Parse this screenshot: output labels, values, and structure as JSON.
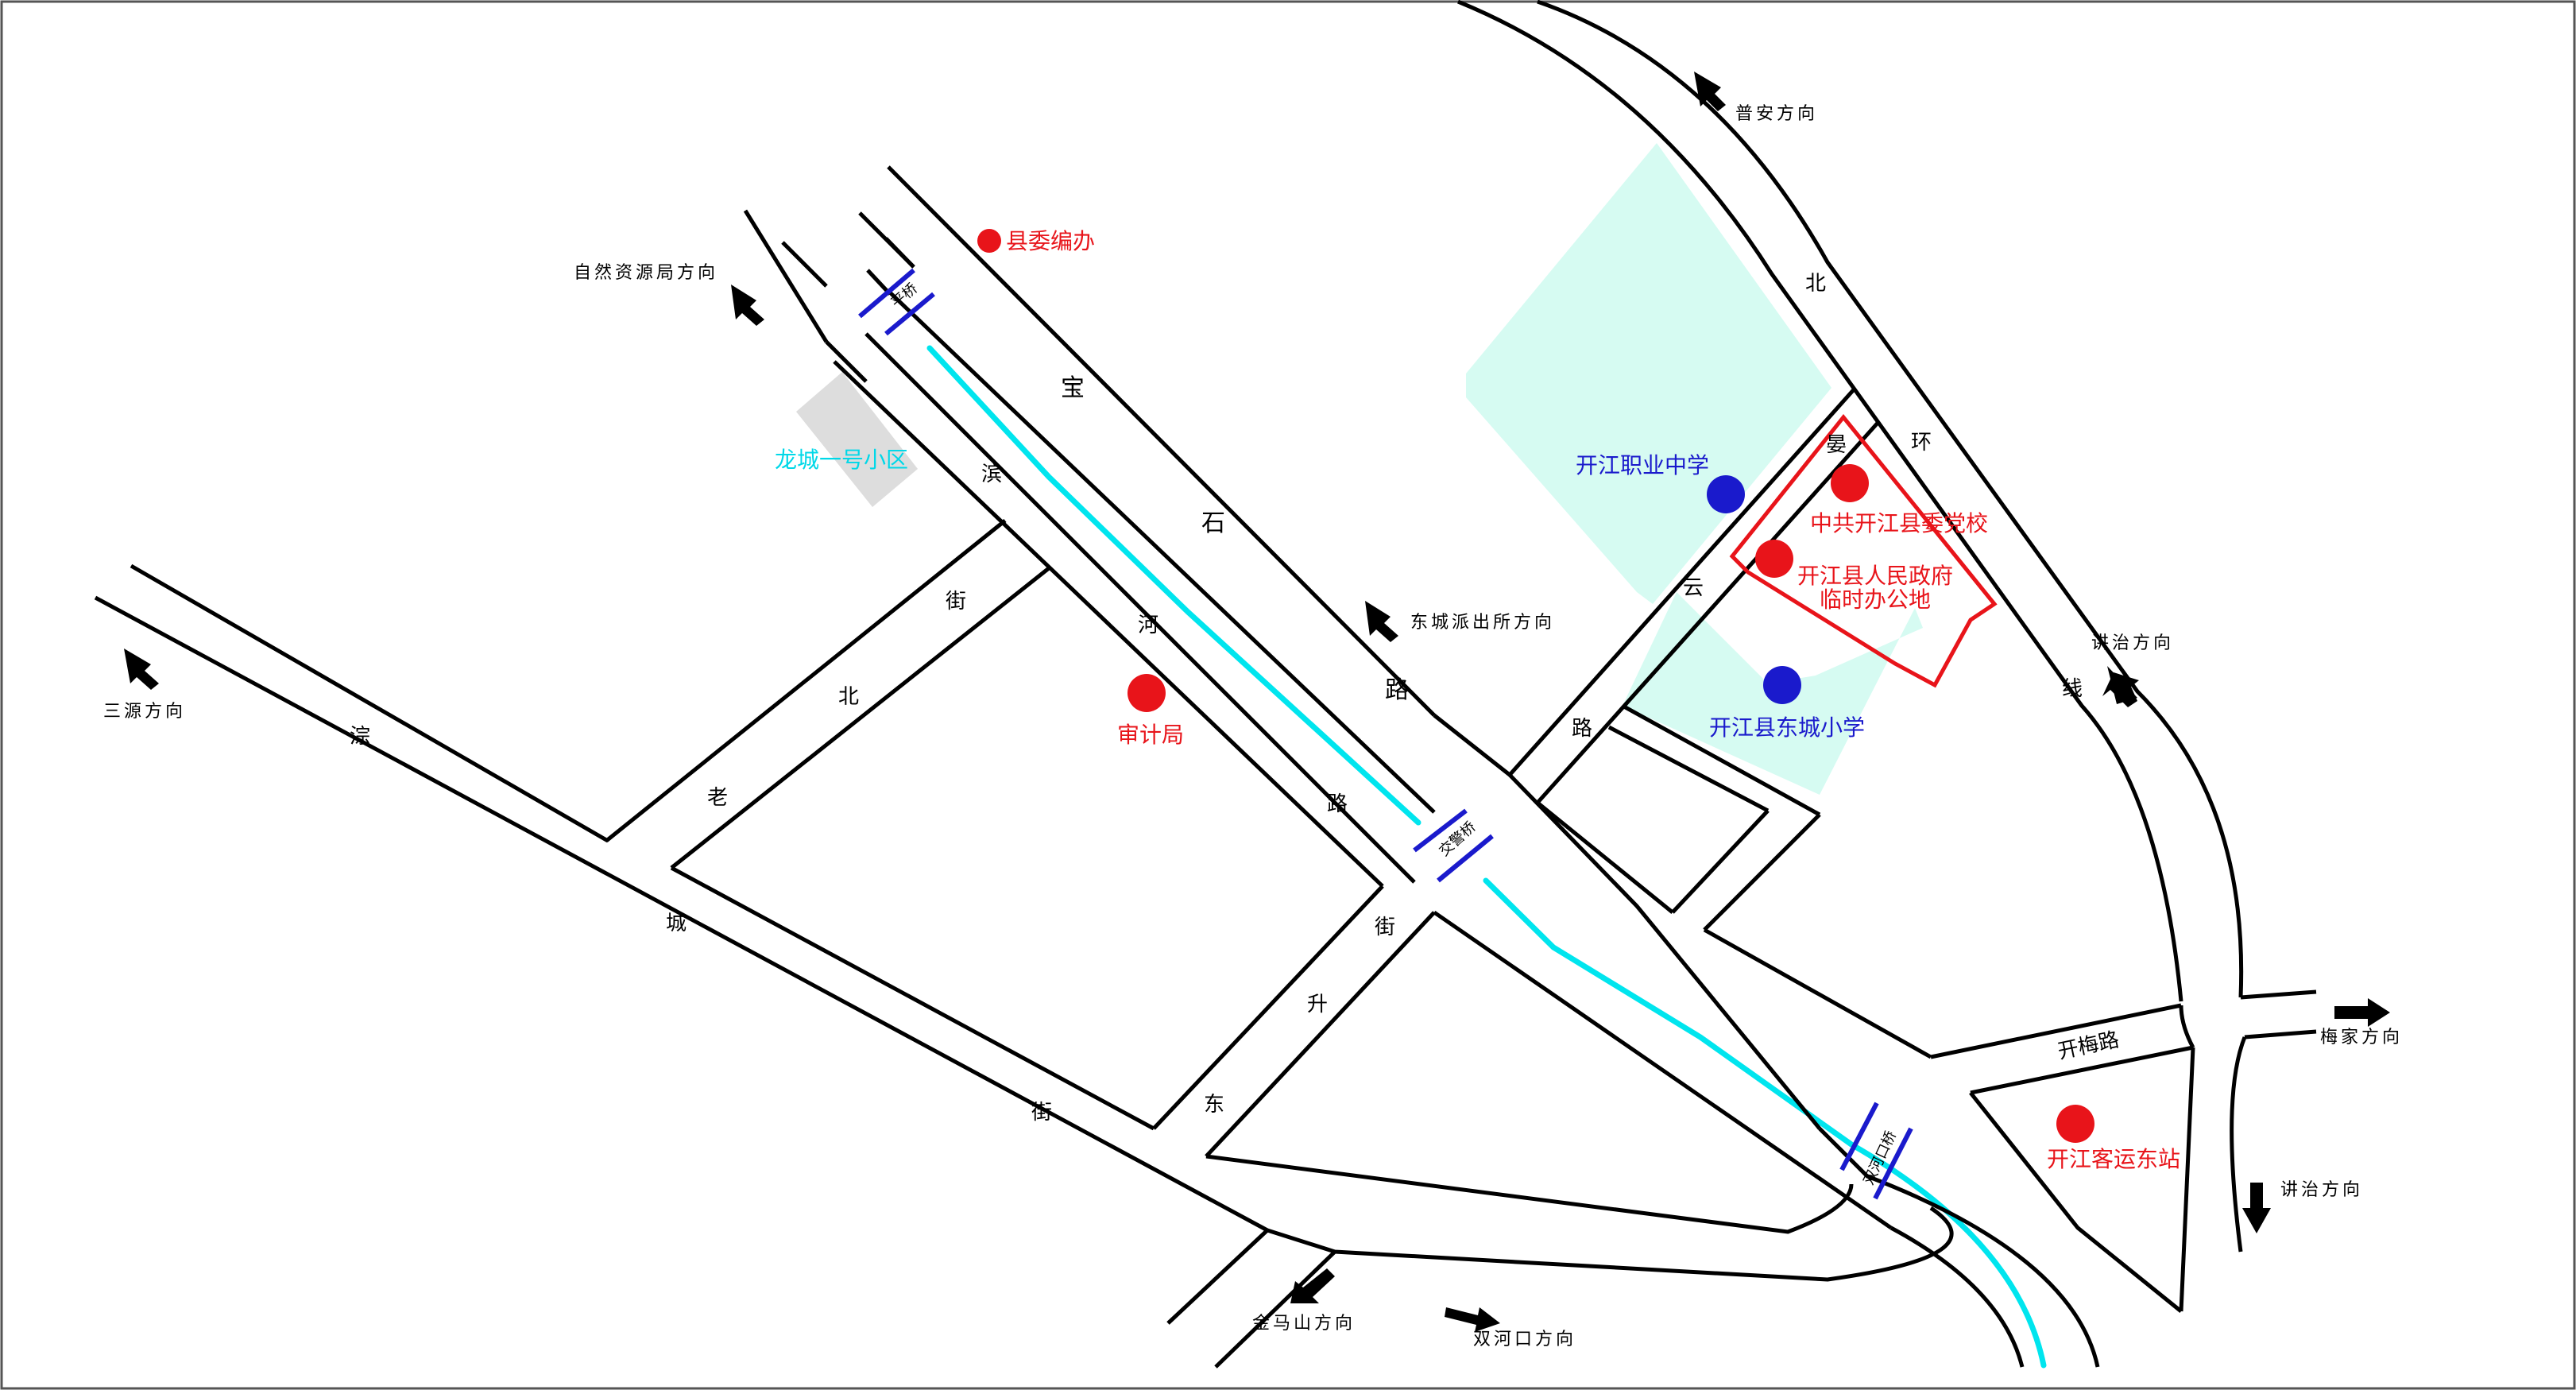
{
  "colors": {
    "road_stroke": "#000000",
    "river": "#00e5ee",
    "campus_fill": "#d6fbf2",
    "residential_fill": "#dddddd",
    "marker_red": "#e8141a",
    "marker_blue": "#1a1acc",
    "bridge": "#1a1acc",
    "boundary_red": "#e8141a"
  },
  "roads": {
    "baoshi": [
      "宝",
      "石",
      "路"
    ],
    "binhe": [
      "滨",
      "河",
      "路"
    ],
    "laobei": [
      "街",
      "北",
      "老"
    ],
    "zongcheng": [
      "淙",
      "城",
      "街"
    ],
    "dongsheng": [
      "街",
      "升",
      "东"
    ],
    "beihuan": [
      "北",
      "环",
      "线"
    ],
    "yanyun": [
      "晏",
      "云",
      "路"
    ],
    "kaimei": "开梅路"
  },
  "bridges": {
    "pingqiao": "平桥",
    "jiaojingqiao": "交警桥",
    "shuanghekouqiao": "双河口桥"
  },
  "directions": {
    "puan": "普安方向",
    "ziran": "自然资源局方向",
    "dongcheng_police": "东城派出所方向",
    "sanyuan": "三源方向",
    "jiangzhi_upper": "讲治方向",
    "meijia": "梅家方向",
    "jiangzhi_lower": "讲治方向",
    "jinmashan": "金马山方向",
    "shuanghekou": "双河口方向"
  },
  "pois": {
    "xianwei_bianban": "县委编办",
    "longcheng_xiaoqu": "龙城一号小区",
    "shenji_ju": "审计局",
    "zhiye_zhongxue": "开江职业中学",
    "dangxiao": "中共开江县委党校",
    "zhengfu_line1": "开江县人民政府",
    "zhengfu_line2": "临时办公地",
    "dongcheng_xiaoxue": "开江县东城小学",
    "keyun_zhan": "开江客运东站"
  }
}
